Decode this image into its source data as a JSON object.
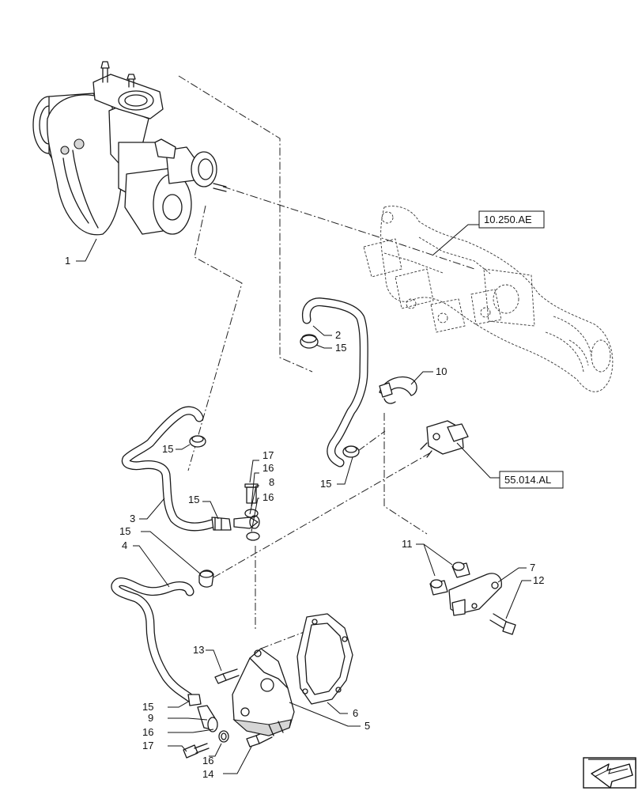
{
  "callouts": {
    "c1": "1",
    "c2": "2",
    "c3": "3",
    "c4": "4",
    "c5": "5",
    "c6": "6",
    "c7": "7",
    "c8": "8",
    "c9": "9",
    "c10": "10",
    "c11": "11",
    "c12": "12",
    "c13": "13",
    "c14": "14",
    "c15a": "15",
    "c15b": "15",
    "c15c": "15",
    "c15d": "15",
    "c15e": "15",
    "c15f": "15",
    "c16a": "16",
    "c16b": "16",
    "c16c": "16",
    "c16d": "16",
    "c17a": "17",
    "c17b": "17"
  },
  "references": {
    "exhaust_manifold": "10.250.AE",
    "sensor": "55.014.AL"
  },
  "icons": {
    "corner": "page-turn-arrow-icon"
  }
}
